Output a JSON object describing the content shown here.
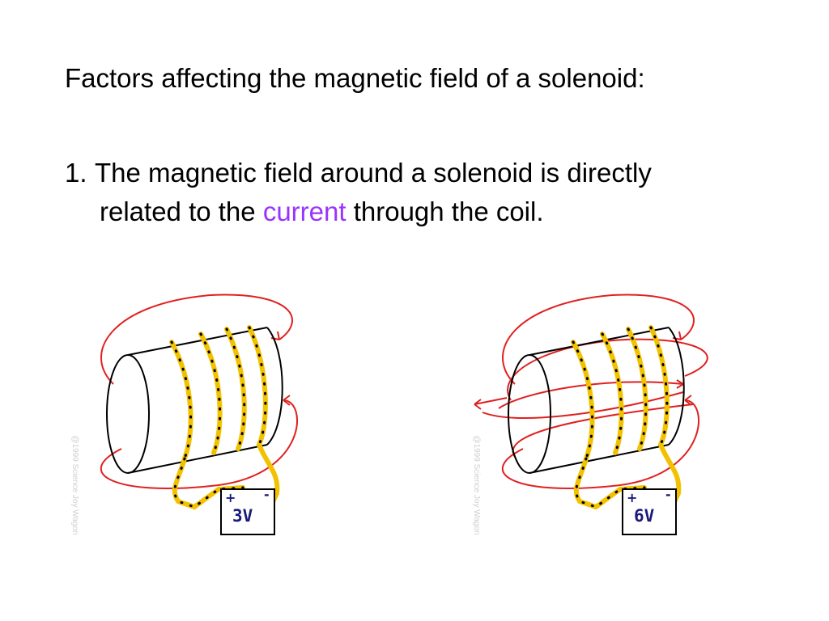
{
  "slide": {
    "title": "Factors affecting the magnetic field of a solenoid:",
    "point": {
      "number": "1.",
      "line1": "The magnetic field around a solenoid is directly",
      "line2_before": "related to the ",
      "line2_highlight": "current",
      "line2_after": " through the coil."
    },
    "highlight_color": "#9933ff"
  },
  "figures": [
    {
      "battery_label": "3V",
      "plus": "+",
      "minus": "-",
      "credit": "@1999 Science Joy Wagon"
    },
    {
      "battery_label": "6V",
      "plus": "+",
      "minus": "-",
      "credit": "@1999 Science Joy Wagon"
    }
  ],
  "colors": {
    "field_lines": "#e02020",
    "coil": "#f2c200",
    "coil_dots": "#000000"
  }
}
